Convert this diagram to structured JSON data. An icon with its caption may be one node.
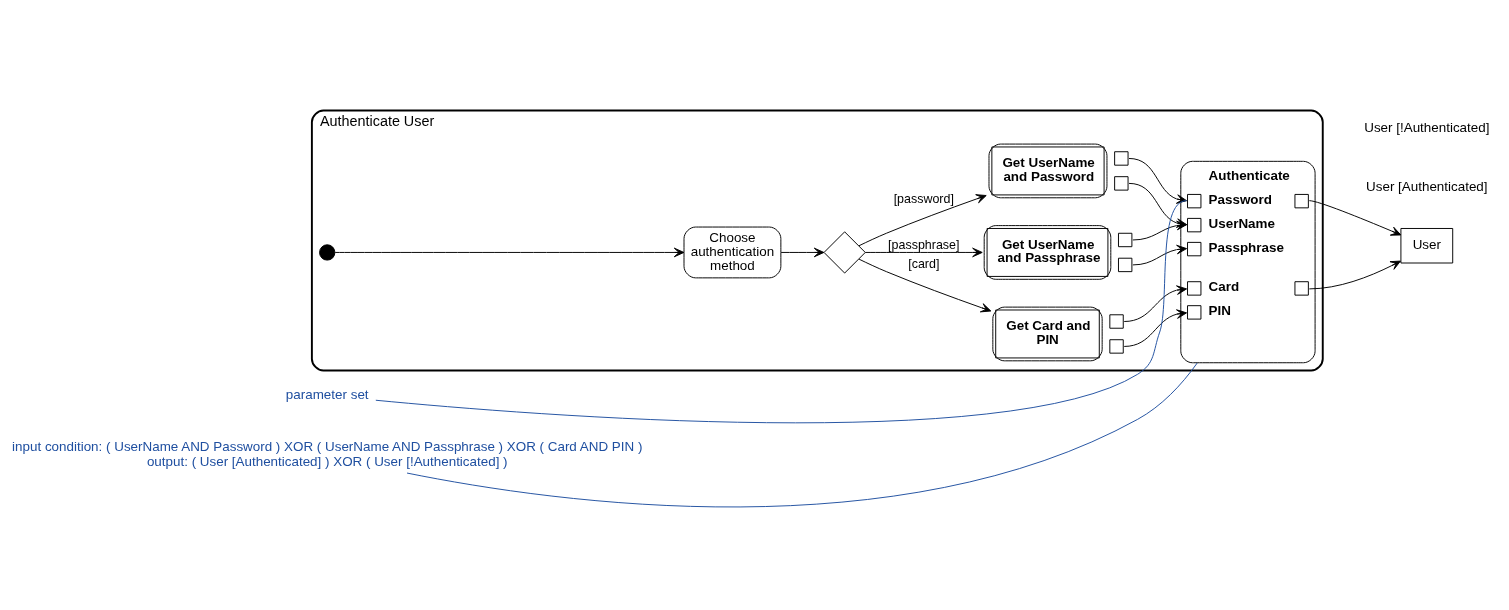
{
  "diagram": {
    "nodes": [
      {
        "text": [
          "Authenticate User"
        ]
      },
      {
        "text": [],
        "shape": "circle",
        "in": 0
      },
      {
        "text": [
          "Choose authentication method"
        ],
        "in": 0
      },
      {
        "text": [],
        "shape": "diamond",
        "in": 0
      },
      {
        "text": [
          "Get UserName and Password"
        ],
        "in": 0
      },
      {
        "text": [
          "Get UserName and Passphrase"
        ],
        "in": 0
      },
      {
        "text": [
          "Get Card and PIN"
        ],
        "in": 0
      },
      {
        "text": [
          "Authenticate",
          "Password",
          "UserName",
          "Passphrase",
          "Card",
          "PIN"
        ],
        "in": 0
      },
      {
        "text": [
          "User"
        ]
      },
      {
        "text": [
          "parameter set"
        ]
      },
      {
        "text": [
          "input condition: ( UserName AND Password ) XOR ( UserName AND Passphrase ) XOR ( Card AND PIN )",
          "output: ( User [Authenticated] ) XOR ( User [!Authenticated] )"
        ]
      }
    ],
    "edges": [
      {
        "from": 1,
        "to": 2,
        "arrow": "to"
      },
      {
        "from": 2,
        "to": 3,
        "arrow": "to"
      },
      {
        "from": 3,
        "to": 4,
        "arrow": "to",
        "label": "[password]"
      },
      {
        "from": 3,
        "to": 5,
        "arrow": "to",
        "label": "[passphrase]"
      },
      {
        "from": 3,
        "to": 6,
        "arrow": "to",
        "label": "[card]"
      },
      {
        "from": 4,
        "to": 7,
        "arrow": "to"
      },
      {
        "from": 4,
        "to": 7,
        "arrow": "to"
      },
      {
        "from": 5,
        "to": 7,
        "arrow": "to"
      },
      {
        "from": 5,
        "to": 7,
        "arrow": "to"
      },
      {
        "from": 6,
        "to": 7,
        "arrow": "to"
      },
      {
        "from": 6,
        "to": 7,
        "arrow": "to"
      },
      {
        "from": 7,
        "to": 8,
        "arrow": "to"
      },
      {
        "from": 7,
        "to": 8,
        "arrow": "to"
      },
      {
        "from": 9,
        "to": 7,
        "arrow": "none",
        "color": "#1f4fa0"
      },
      {
        "from": 10,
        "to": 7,
        "arrow": "none",
        "color": "#1f4fa0"
      }
    ],
    "labels": [
      "User [Authenticated]",
      "User [!Authenticated]"
    ]
  }
}
